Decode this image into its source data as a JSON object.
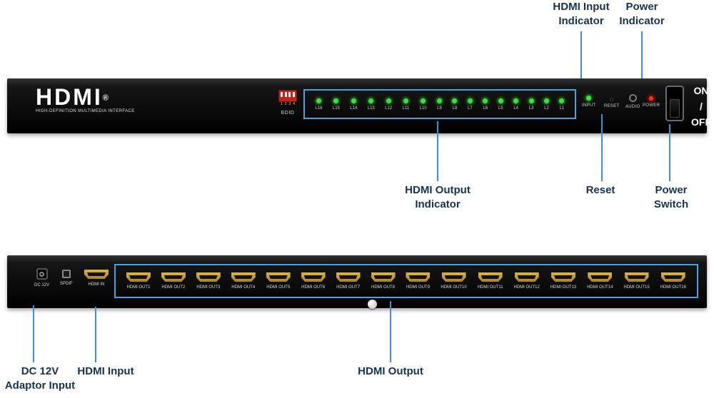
{
  "front_panel": {
    "logo": {
      "word": "HDMI",
      "registered": "®",
      "subtitle": "HIGH-DEFINITION MULTIMEDIA INTERFACE"
    },
    "edid": {
      "label": "EDID",
      "dip_numbers": [
        "1",
        "2",
        "3",
        "4"
      ]
    },
    "output_leds": [
      "L16",
      "L15",
      "L14",
      "L13",
      "L12",
      "L11",
      "L10",
      "L9",
      "L8",
      "L7",
      "L6",
      "L5",
      "L4",
      "L3",
      "L2",
      "L1"
    ],
    "input_led_label": "INPUT",
    "reset_label": "RESET",
    "audio_label": "AUDIO",
    "power_label": "POWER",
    "switch": {
      "on": "ON",
      "slash": "/",
      "off": "OFF"
    }
  },
  "back_panel": {
    "dc_label": "DC 12V",
    "spdif_label": "SPDIF",
    "hdmi_in_label": "HDMI IN",
    "outputs": [
      "HDMI OUT1",
      "HDMI OUT2",
      "HDMI OUT3",
      "HDMI OUT4",
      "HDMI OUT5",
      "HDMI OUT6",
      "HDMI OUT7",
      "HDMI OUT8",
      "HDMI OUT9",
      "HDMI OUT10",
      "HDMI OUT11",
      "HDMI OUT12",
      "HDMI OUT13",
      "HDMI OUT14",
      "HDMI OUT15",
      "HDMI OUT16"
    ]
  },
  "annotations": {
    "hdmi_input_indicator": {
      "line1": "HDMI Input",
      "line2": "Indicator"
    },
    "power_indicator": {
      "line1": "Power",
      "line2": "Indicator"
    },
    "hdmi_output_indicator": {
      "line1": "HDMI Output",
      "line2": "Indicator"
    },
    "reset": "Reset",
    "power_switch": {
      "line1": "Power",
      "line2": "Switch"
    },
    "dc_adaptor": {
      "line1": "DC 12V",
      "line2": "Adaptor Input"
    },
    "hdmi_input": "HDMI Input",
    "hdmi_output": "HDMI Output"
  },
  "colors": {
    "callout_line": "#3f8fd2",
    "annotation_text": "#17324f",
    "led_green": "#3ede3e",
    "led_red": "#ff2b1f",
    "highlight_box": "#4aa3e0",
    "panel_black": "#0c0c0c",
    "port_gold": "#c9a53d"
  }
}
